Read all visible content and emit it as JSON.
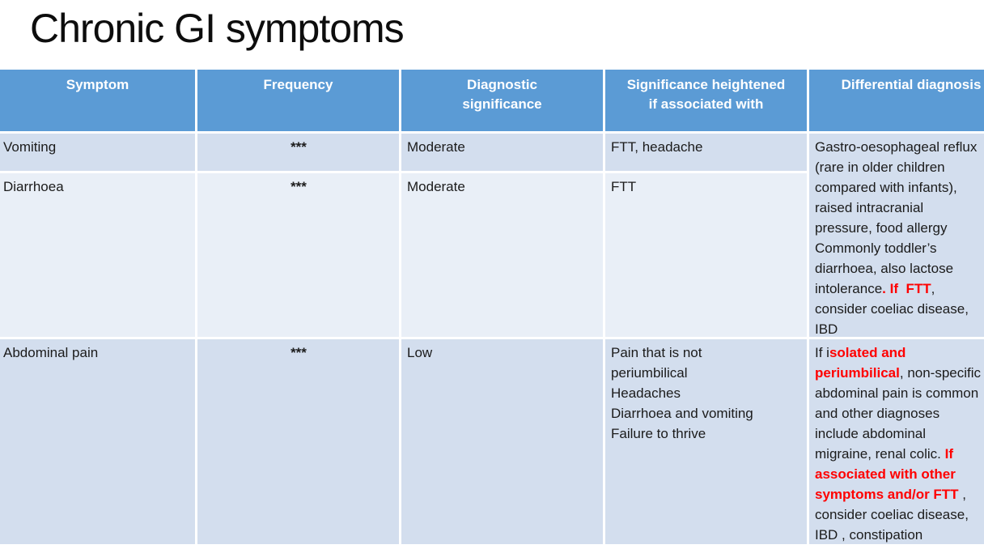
{
  "slide": {
    "title": "Chronic GI symptoms"
  },
  "colors": {
    "header_bg": "#5b9bd5",
    "header_text": "#ffffff",
    "band_dark": "#d3deee",
    "band_light": "#e9eff7",
    "body_text": "#1b1b1b",
    "highlight_red": "#ff0000",
    "border": "#ffffff"
  },
  "table": {
    "headers": [
      {
        "label": "Symptom"
      },
      {
        "label": "Frequency"
      },
      {
        "label": "Diagnostic\nsignificance"
      },
      {
        "label": "Significance heightened\nif associated with"
      },
      {
        "label": "Differential diagnosis"
      }
    ],
    "rows": [
      {
        "symptom": "Vomiting",
        "frequency": "***",
        "diagnostic_significance": "Moderate",
        "heightened_if": "FTT, headache"
      },
      {
        "symptom": "Diarrhoea",
        "frequency": "***",
        "diagnostic_significance": "Moderate",
        "heightened_if": "FTT"
      },
      {
        "symptom": "Abdominal pain",
        "frequency": "***",
        "diagnostic_significance": "Low",
        "heightened_if": "Pain that is not\nperiumbilical\nHeadaches\nDiarrhoea and vomiting\nFailure to thrive"
      }
    ],
    "differential": {
      "vomiting_diarrhoea": {
        "lines": [
          [
            {
              "t": "Gastro-oesophageal reflux"
            }
          ],
          [
            {
              "t": "(rare in older children"
            }
          ],
          [
            {
              "t": "compared with infants),"
            }
          ],
          [
            {
              "t": "raised intracranial"
            }
          ],
          [
            {
              "t": "pressure, food allergy"
            }
          ],
          [
            {
              "t": "Commonly toddler’s"
            }
          ],
          [
            {
              "t": "diarrhoea, also lactose"
            }
          ],
          [
            {
              "t": "intolerance"
            },
            {
              "t": ". If  FTT",
              "red": true
            },
            {
              "t": ","
            }
          ],
          [
            {
              "t": "consider coeliac disease,"
            }
          ],
          [
            {
              "t": "IBD"
            }
          ]
        ]
      },
      "abdominal_pain": {
        "lines": [
          [
            {
              "t": "If i"
            },
            {
              "t": "solated and",
              "red": true
            }
          ],
          [
            {
              "t": "periumbilical",
              "red": true
            },
            {
              "t": ", non-specific"
            }
          ],
          [
            {
              "t": "abdominal pain is common"
            }
          ],
          [
            {
              "t": "and other diagnoses"
            }
          ],
          [
            {
              "t": "include abdominal"
            }
          ],
          [
            {
              "t": "migraine, renal colic. "
            },
            {
              "t": "If",
              "red": true
            }
          ],
          [
            {
              "t": "associated with other",
              "red": true
            }
          ],
          [
            {
              "t": "symptoms and/or FTT",
              "red": true
            },
            {
              "t": " ,"
            }
          ],
          [
            {
              "t": "consider coeliac disease,"
            }
          ],
          [
            {
              "t": "IBD , constipation"
            }
          ]
        ]
      }
    }
  }
}
